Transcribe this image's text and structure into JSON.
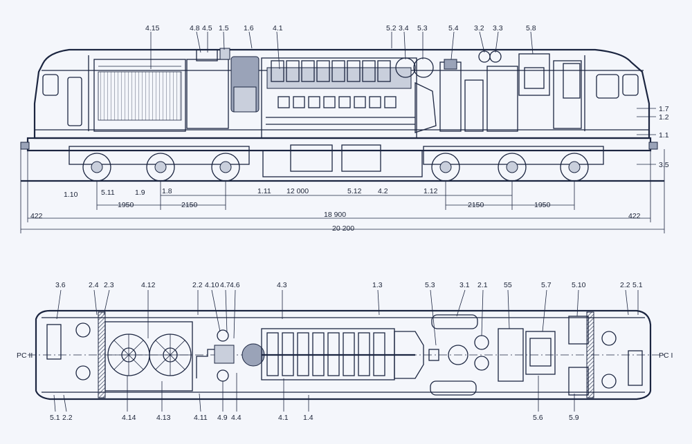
{
  "side_view": {
    "top_labels": [
      "4.15",
      "4.8",
      "4.5",
      "1.5",
      "1.6",
      "4.1",
      "5.2",
      "3.4",
      "5.3",
      "5.4",
      "3.2",
      "3.3",
      "5.8"
    ],
    "right_labels": [
      "1.7",
      "1.2",
      "1.1",
      "3.5"
    ],
    "bottom_labels": [
      "1.10",
      "5.11",
      "1.9",
      "1.8",
      "1.11",
      "12 000",
      "5.12",
      "4.2",
      "1.12"
    ],
    "dimensions": {
      "left_bogie_1": "1950",
      "left_bogie_2": "2150",
      "right_bogie_1": "2150",
      "right_bogie_2": "1950",
      "overhang_left": "422",
      "overhang_right": "422",
      "buffer_length": "18 900",
      "total_length": "20 200"
    }
  },
  "plan_view": {
    "top_labels": [
      "3.6",
      "2.4",
      "2.3",
      "4.12",
      "2.2",
      "4.10",
      "4.7",
      "4.6",
      "4.3",
      "1.3",
      "5.3",
      "3.1",
      "2.1",
      "55",
      "5.7",
      "5.10",
      "2.2",
      "5.1"
    ],
    "side_labels": [
      "PC II",
      "PC I"
    ],
    "bottom_labels": [
      "5.1",
      "2.2",
      "4.14",
      "4.13",
      "4.11",
      "4.9",
      "4.4",
      "4.1",
      "1.4",
      "5.6",
      "5.9"
    ]
  }
}
